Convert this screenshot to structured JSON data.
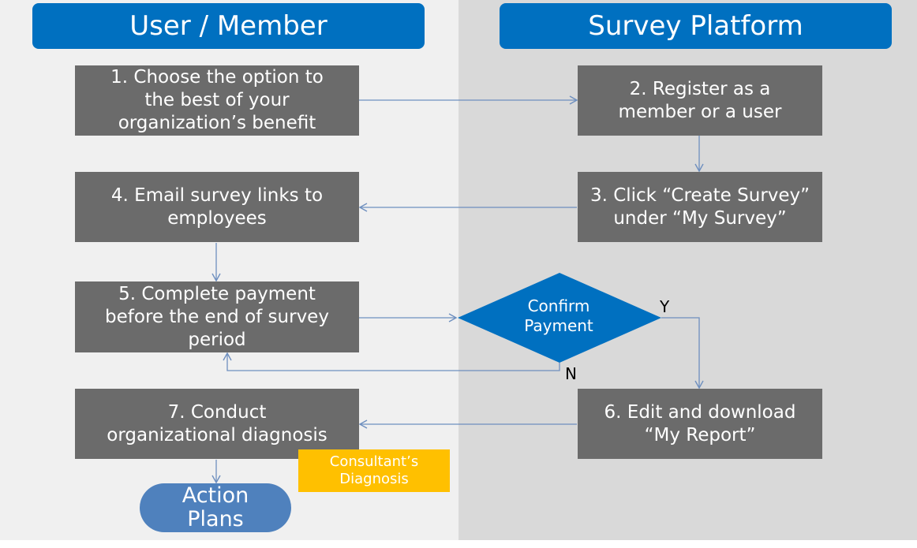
{
  "lanes": {
    "left_title": "User / Member",
    "right_title": "Survey Platform"
  },
  "steps": {
    "s1": [
      "1. Choose the option to",
      "the best of your",
      "organization’s benefit"
    ],
    "s2": [
      "2. Register as a",
      "member or a user"
    ],
    "s3": [
      "3. Click “Create Survey”",
      "under “My Survey”"
    ],
    "s4": [
      "4. Email survey links to",
      "employees"
    ],
    "s5": [
      "5. Complete payment",
      "before the end of  survey",
      "period"
    ],
    "s6": [
      "6. Edit and download",
      "“My Report”"
    ],
    "s7": [
      "7. Conduct",
      "organizational  diagnosis"
    ]
  },
  "decision": {
    "lines": [
      "Confirm",
      "Payment"
    ],
    "yes": "Y",
    "no": "N"
  },
  "consultant": [
    "Consultant’s",
    "Diagnosis"
  ],
  "terminal": [
    "Action",
    "Plans"
  ],
  "colors": {
    "header": "#0070c0",
    "step": "#6b6b6b",
    "decision": "#0070c0",
    "consultant": "#ffc000",
    "terminal": "#4f81bd",
    "arrow": "#6e8fbf",
    "lane_left": "#f0f0f0",
    "lane_right": "#d9d9d9"
  }
}
